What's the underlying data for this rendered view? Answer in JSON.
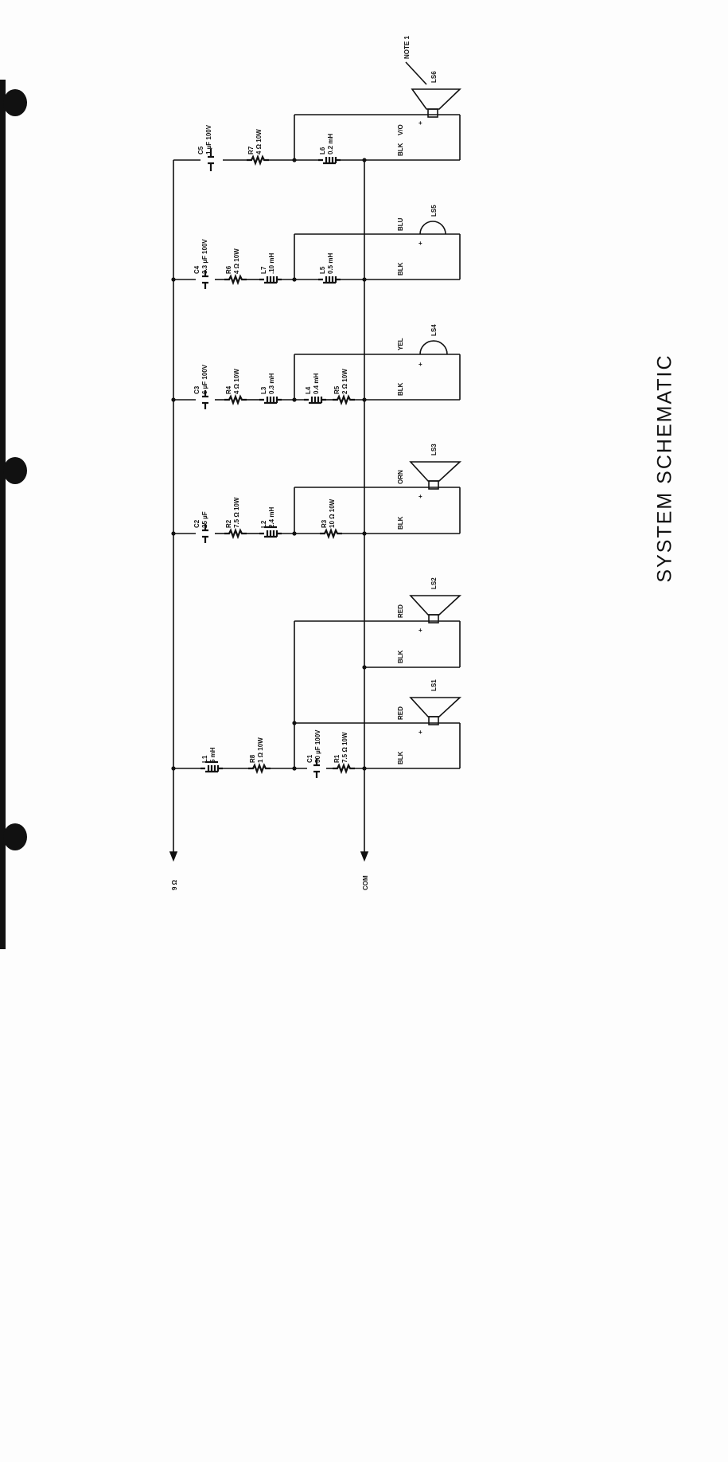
{
  "title": "SYSTEM SCHEMATIC",
  "terminals": {
    "input": "9 Ω",
    "common": "COM"
  },
  "note": "NOTE 1",
  "components": {
    "C5": {
      "ref": "C5",
      "value": "1 µF 100V"
    },
    "R7": {
      "ref": "R7",
      "value": "4 Ω 10W"
    },
    "L6": {
      "ref": "L6",
      "value": "0.2 mH"
    },
    "C4": {
      "ref": "C4",
      "value": "3.3 µF 100V"
    },
    "R6": {
      "ref": "R6",
      "value": "4 Ω 10W"
    },
    "L7": {
      "ref": "L7",
      "value": ".10 mH"
    },
    "L5": {
      "ref": "L5",
      "value": "0.5 mH"
    },
    "C3": {
      "ref": "C3",
      "value": "6 µF 100V"
    },
    "R4": {
      "ref": "R4",
      "value": "4 Ω 10W"
    },
    "L3": {
      "ref": "L3",
      "value": "0.3 mH"
    },
    "L4": {
      "ref": "L4",
      "value": "0.4 mH"
    },
    "R5": {
      "ref": "R5",
      "value": "2 Ω 10W"
    },
    "C2": {
      "ref": "C2",
      "value": "25 µF"
    },
    "R2": {
      "ref": "R2",
      "value": "7.5 Ω 10W"
    },
    "L2": {
      "ref": "L2",
      "value": "2.4 mH"
    },
    "R3": {
      "ref": "R3",
      "value": "10 Ω 10W"
    },
    "L1": {
      "ref": "L1",
      "value": "5 mH"
    },
    "R8": {
      "ref": "R8",
      "value": "1 Ω 10W"
    },
    "C1": {
      "ref": "C1",
      "value": "50 µF 100V"
    },
    "R1": {
      "ref": "R1",
      "value": "7.5 Ω 10W"
    }
  },
  "speakers": [
    {
      "ref": "LS6",
      "plus_wire": "V/O",
      "minus_wire": "BLK",
      "type": "horn"
    },
    {
      "ref": "LS5",
      "plus_wire": "BLU",
      "minus_wire": "BLK",
      "type": "dome"
    },
    {
      "ref": "LS4",
      "plus_wire": "YEL",
      "minus_wire": "BLK",
      "type": "dome"
    },
    {
      "ref": "LS3",
      "plus_wire": "ORN",
      "minus_wire": "BLK",
      "type": "horn"
    },
    {
      "ref": "LS2",
      "plus_wire": "RED",
      "minus_wire": "BLK",
      "type": "horn"
    },
    {
      "ref": "LS1",
      "plus_wire": "RED",
      "minus_wire": "BLK",
      "type": "horn"
    }
  ],
  "polarity_mark": "+"
}
